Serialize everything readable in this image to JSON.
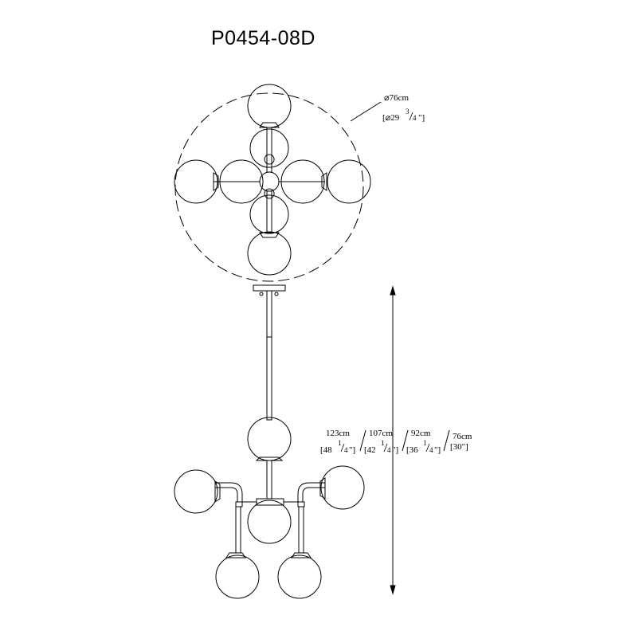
{
  "title": "P0454-08D",
  "diameter": {
    "metric": "⌀76cm",
    "imperial_open": "[⌀29",
    "imperial_num": "3",
    "imperial_den": "4",
    "imperial_close": "\"]"
  },
  "heights": [
    {
      "metric": "123cm",
      "imperial_open": "[48",
      "num": "1",
      "den": "4",
      "imperial_close": "\"]"
    },
    {
      "metric": "107cm",
      "imperial_open": "[42",
      "num": "1",
      "den": "4",
      "imperial_close": "\"]"
    },
    {
      "metric": "92cm",
      "imperial_open": "[36",
      "num": "1",
      "den": "4",
      "imperial_close": "\"]"
    },
    {
      "metric": "76cm",
      "imperial_full": "[30\"]"
    }
  ]
}
